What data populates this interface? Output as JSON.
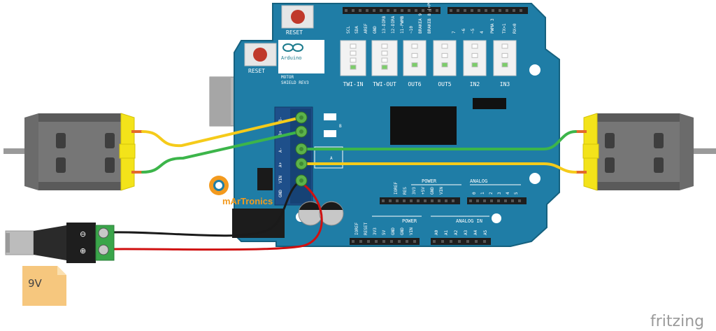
{
  "board": {
    "reset_top": "RESET",
    "reset_left": "RESET",
    "logo_text": "Arduino",
    "model_line1": "MOTOR",
    "model_line2": "SHIELD REV3",
    "connectors": [
      "TWI-IN",
      "TWI-OUT",
      "OUT6",
      "OUT5",
      "IN2",
      "IN3"
    ],
    "top_header_pins": [
      "SCL",
      "SDA",
      "AREF",
      "GND",
      "13-DIRB",
      "12-DIRA",
      "11-PWMB",
      "~10",
      "BRAKEA 9",
      "BRAKEB 8 (+PWM)",
      "7",
      "~6",
      "~5",
      "4",
      "PWMA 3",
      "TX>1",
      "RX<0"
    ],
    "terminal_labels": [
      "B-",
      "B+",
      "A-",
      "A+",
      "VIN",
      "GND"
    ],
    "side_labels": [
      "B",
      "A"
    ],
    "power_header_title": "POWER",
    "analog_header_title": "ANALOG",
    "shield_power_pins": [
      "IOREF",
      "RES",
      "3V3",
      "+5V",
      "GND",
      "VIN"
    ],
    "shield_analog_pins": [
      "0",
      "1",
      "2",
      "3",
      "4",
      "5"
    ],
    "bottom_power_title": "POWER",
    "bottom_analog_title": "ANALOG IN",
    "bottom_power_pins": [
      "IOREF",
      "RESET",
      "3V3",
      "5V",
      "GND",
      "GND",
      "VIN"
    ],
    "bottom_analog_pins": [
      "A0",
      "A1",
      "A2",
      "A3",
      "A4",
      "A5"
    ],
    "brand": "mArTronics"
  },
  "battery": {
    "label": "9V"
  },
  "jack": {
    "minus": "⊖",
    "plus": "⊕"
  },
  "watermark": "fritzing",
  "colors": {
    "board": "#1f7da6",
    "board_dark": "#13587a",
    "header": "#1e1e1e",
    "terminal_green": "#2c9b4c",
    "wire_yellow": "#f5cb1a",
    "wire_green": "#3cb54a",
    "wire_red": "#d01010",
    "wire_black": "#1a1a1a",
    "motor_body": "#6b6b6b",
    "motor_cap": "#f3e31a",
    "battery": "#f6c77e"
  }
}
